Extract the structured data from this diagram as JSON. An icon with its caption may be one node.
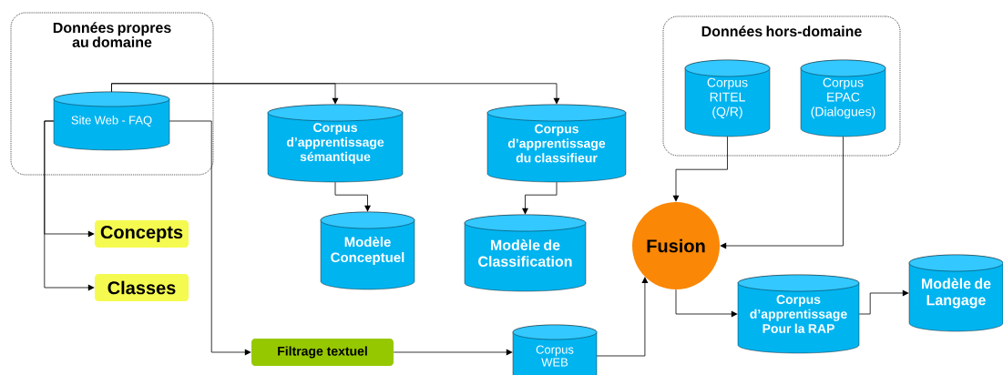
{
  "diagram": {
    "nodes": [
      {
        "text": [
          "Données propres au domaine"
        ]
      },
      {
        "text": [
          "Site Web - FAQ"
        ],
        "in": 0
      },
      {
        "text": [
          "Corpus d’apprentissage sémantique"
        ]
      },
      {
        "text": [
          "Corpus d’apprentissage du classifieur"
        ]
      },
      {
        "text": [
          "Concepts"
        ]
      },
      {
        "text": [
          "Classes"
        ]
      },
      {
        "text": [
          "Modèle Conceptuel"
        ]
      },
      {
        "text": [
          "Modèle de Classification"
        ]
      },
      {
        "text": [
          "Données hors-domaine"
        ]
      },
      {
        "text": [
          "Corpus RITEL (Q/R)"
        ],
        "in": 8
      },
      {
        "text": [
          "Corpus EPAC (Dialogues)"
        ],
        "in": 8
      },
      {
        "text": [
          "Fusion"
        ]
      },
      {
        "text": [
          "Filtrage textuel"
        ]
      },
      {
        "text": [
          "Corpus WEB"
        ]
      },
      {
        "text": [
          "Corpus d’apprentissage Pour la RAP"
        ]
      },
      {
        "text": [
          "Modèle de Langage"
        ]
      }
    ],
    "edges": [
      {
        "from": 1,
        "to": 2,
        "arrow": "to"
      },
      {
        "from": 1,
        "to": 3,
        "arrow": "to"
      },
      {
        "from": 2,
        "to": 6,
        "arrow": "to"
      },
      {
        "from": 3,
        "to": 7,
        "arrow": "to"
      },
      {
        "from": 1,
        "to": 4,
        "arrow": "to"
      },
      {
        "from": 1,
        "to": 5,
        "arrow": "to"
      },
      {
        "from": 1,
        "to": 12,
        "arrow": "to"
      },
      {
        "from": 12,
        "to": 13,
        "arrow": "to"
      },
      {
        "from": 13,
        "to": 11,
        "arrow": "to"
      },
      {
        "from": 9,
        "to": 11,
        "arrow": "to"
      },
      {
        "from": 10,
        "to": 11,
        "arrow": "to"
      },
      {
        "from": 11,
        "to": 14,
        "arrow": "to"
      },
      {
        "from": 14,
        "to": 15,
        "arrow": "to"
      }
    ]
  }
}
